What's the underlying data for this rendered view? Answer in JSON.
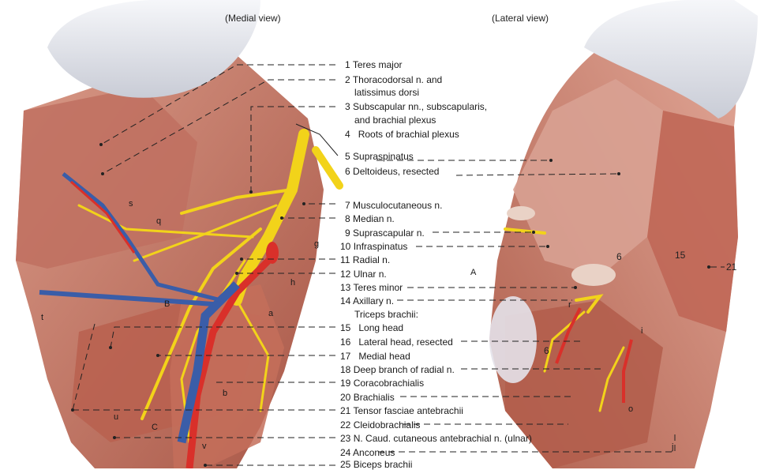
{
  "views": {
    "medial": "(Medial view)",
    "lateral": "(Lateral view)"
  },
  "labels": [
    {
      "n": "1",
      "text": "Teres major"
    },
    {
      "n": "2",
      "text": "Thoracodorsal n. and",
      "text2": "latissimus dorsi"
    },
    {
      "n": "3",
      "text": "Subscapular nn., subscapularis,",
      "text2": "and brachial plexus"
    },
    {
      "n": "4",
      "text": "Roots of brachial plexus"
    },
    {
      "n": "5",
      "text": "Supraspinatus"
    },
    {
      "n": "6",
      "text": "Deltoideus, resected"
    },
    {
      "n": "7",
      "text": "Musculocutaneous n."
    },
    {
      "n": "8",
      "text": "Median n."
    },
    {
      "n": "9",
      "text": "Suprascapular n."
    },
    {
      "n": "10",
      "text": "Infraspinatus"
    },
    {
      "n": "11",
      "text": "Radial n."
    },
    {
      "n": "12",
      "text": "Ulnar n."
    },
    {
      "n": "13",
      "text": "Teres minor"
    },
    {
      "n": "14",
      "text": "Axillary n."
    },
    {
      "n": "",
      "text": "Triceps brachii:"
    },
    {
      "n": "15",
      "text": "Long head"
    },
    {
      "n": "16",
      "text": "Lateral head, resected"
    },
    {
      "n": "17",
      "text": "Medial head"
    },
    {
      "n": "18",
      "text": "Deep branch of radial n."
    },
    {
      "n": "19",
      "text": "Coracobrachialis"
    },
    {
      "n": "20",
      "text": "Brachialis"
    },
    {
      "n": "21",
      "text": "Tensor fasciae antebrachii"
    },
    {
      "n": "22",
      "text": "Cleidobrachialis"
    },
    {
      "n": "23",
      "text": "N. Caud. cutaneous antebrachial n. (ulnar)"
    },
    {
      "n": "24",
      "text": "Anconeus"
    },
    {
      "n": "25",
      "text": "Biceps brachii"
    }
  ],
  "letters": {
    "s": "s",
    "q": "q",
    "g": "g",
    "h": "h",
    "B": "B",
    "a": "a",
    "t": "t",
    "b": "b",
    "u": "u",
    "C": "C",
    "v": "v",
    "A": "A",
    "r": "r",
    "i": "i",
    "o": "o",
    "j": "j"
  },
  "lateral_numbers": {
    "six": "6",
    "fifteen": "15",
    "twentyone": "21"
  },
  "colors": {
    "muscle": "#c97a6a",
    "muscle_dark": "#a8544a",
    "nerve": "#f2d31a",
    "artery": "#d9302a",
    "vein": "#3a5da8",
    "tendon": "#e9e6ea",
    "fat": "#e8c7b8"
  }
}
